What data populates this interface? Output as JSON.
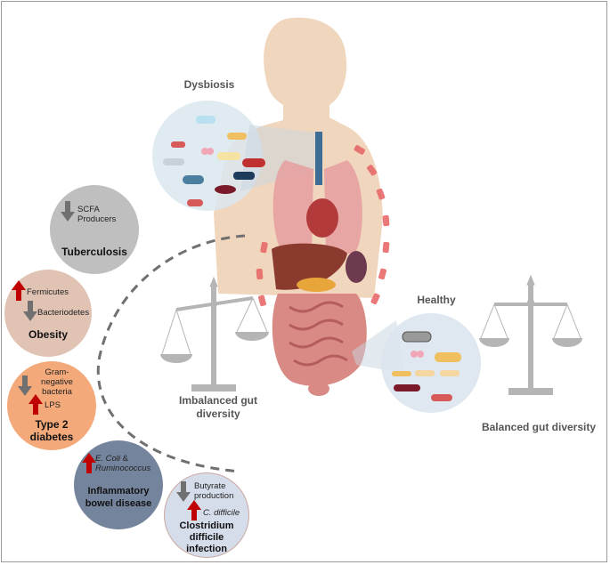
{
  "labels": {
    "dysbiosis": "Dysbiosis",
    "healthy": "Healthy",
    "imbalanced": "Imbalanced gut diversity",
    "balanced": "Balanced gut diversity"
  },
  "diseases": {
    "tuberculosis": {
      "title": "Tuberculosis",
      "items": [
        "SCFA Producers"
      ]
    },
    "obesity": {
      "title": "Obesity",
      "items": [
        "Fermicutes",
        "Bacteriodetes"
      ]
    },
    "type2": {
      "title": "Type 2 diabetes",
      "items": [
        "Gram-negative bacteria",
        "LPS"
      ]
    },
    "ibd": {
      "title": "Inflammatory bowel disease",
      "items": [
        "E. Coli",
        "&",
        "Ruminococcus"
      ]
    },
    "cdiff": {
      "title": "Clostridium difficile infection",
      "items": [
        "Butyrate production",
        "C. difficile"
      ]
    }
  },
  "colors": {
    "up_arrow": "#c00000",
    "down_arrow": "#707070",
    "tuberculosis": "#bfbfbf",
    "obesity": "#e0c3b3",
    "type2": "#f3a97a",
    "ibd": "#75849d",
    "cdiff": "#d5dcea"
  }
}
